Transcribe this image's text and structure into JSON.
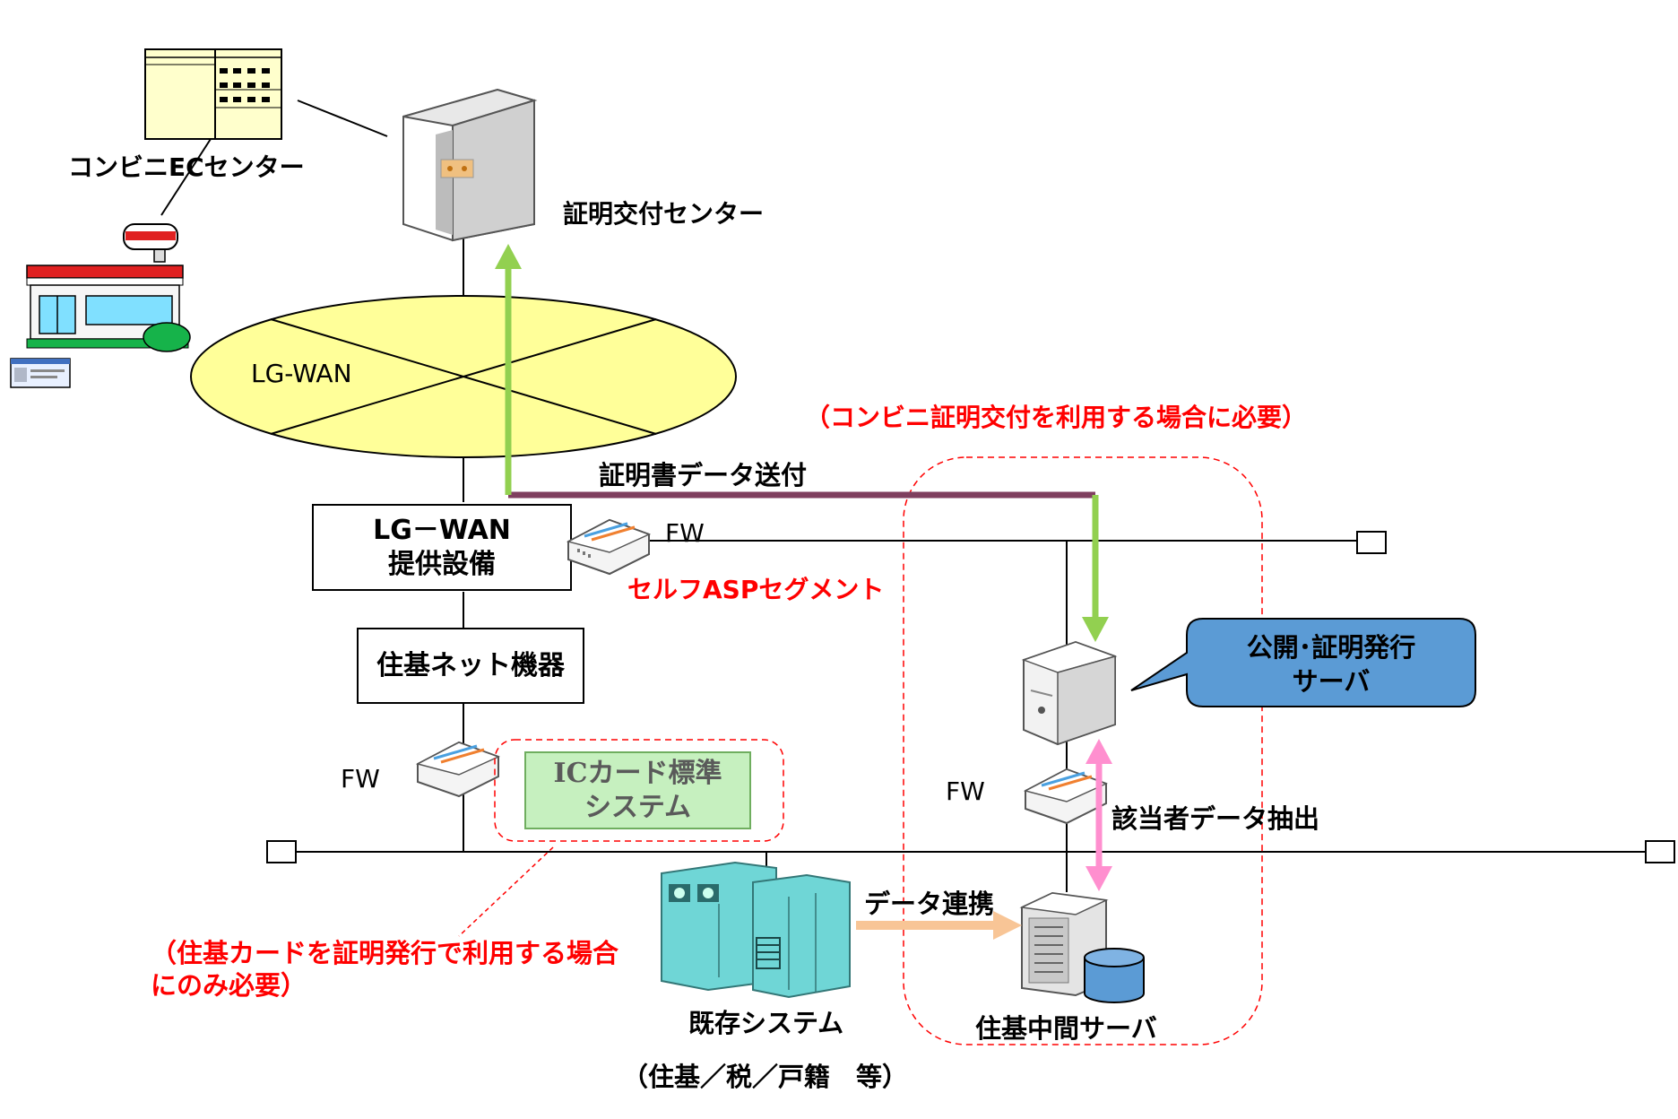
{
  "labels": {
    "combini_ec_center": "コンビニECセンター",
    "cert_center": "証明交付センター",
    "lg_wan": "LG-WAN",
    "lg_wan_equipment_line1": "LG－WAN",
    "lg_wan_equipment_line2": "提供設備",
    "fw_top": "FW",
    "self_asp_segment": "セルフASPセグメント",
    "juki_net_equipment": "住基ネット機器",
    "fw_left": "FW",
    "ic_card_line1": "ICカード標準",
    "ic_card_line2": "システム",
    "fw_right": "FW",
    "public_server_line1": "公開･証明発行",
    "public_server_line2": "サーバ",
    "cert_data_send": "証明書データ送付",
    "applicable_data_extract": "該当者データ抽出",
    "data_link": "データ連携",
    "existing_system": "既存システム",
    "existing_system_sub": "（住基／税／戸籍　等）",
    "juki_intermediate_server": "住基中間サーバ",
    "note_combini_line1": "（コンビニ証明交付を利用する場合に必要）",
    "note_juki_card_line1": "（住基カードを証明発行で利用する場合",
    "note_juki_card_line2": "にのみ必要）"
  },
  "colors": {
    "ring_fill": "#ffff99",
    "callout_fill": "#5b9bd5",
    "ic_box_fill": "#c6f0bf",
    "green_arrow": "#92d050",
    "purple_line": "#7f3f5f",
    "pink_arrow": "#ff8fcf",
    "orange_arrow": "#f8c596",
    "note_red": "#ff0000",
    "mainframe": "#6fd6d6"
  },
  "icons": {
    "ec_center": "document-building-icon",
    "cert_center_server": "tower-server-icon",
    "store": "convenience-store-icon",
    "card": "id-card-icon",
    "firewall": "firewall-router-icon",
    "public_server": "server-icon",
    "mainframe": "mainframe-icon",
    "intermediate_server": "rack-server-icon",
    "database": "database-cylinder-icon"
  }
}
